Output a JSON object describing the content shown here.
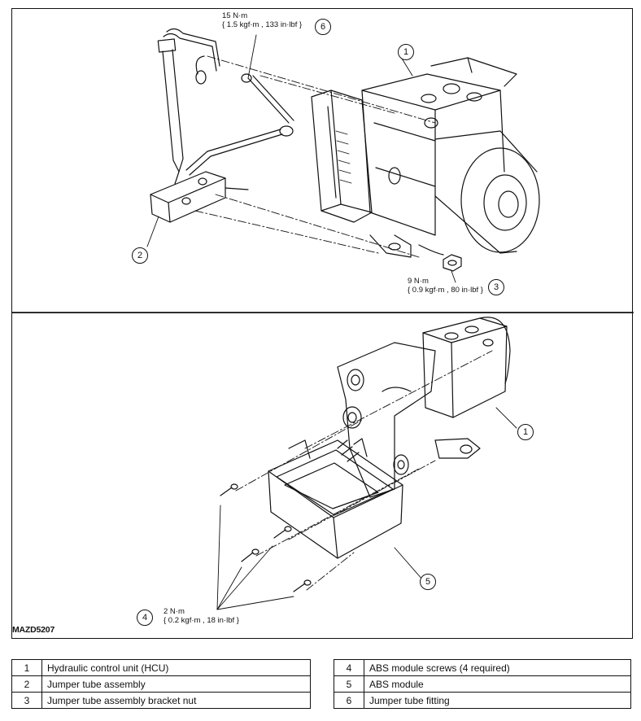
{
  "figure_code": "MAZD5207",
  "torques": {
    "t6": {
      "line1": "15 N·m",
      "line2": "{ 1.5 kgf·m , 133 in·lbf }"
    },
    "t3": {
      "line1": "9 N·m",
      "line2": "{ 0.9 kgf·m , 80 in·lbf }"
    },
    "t4": {
      "line1": "2 N·m",
      "line2": "{ 0.2 kgf·m , 18 in·lbf }"
    }
  },
  "callouts": [
    "1",
    "2",
    "3",
    "4",
    "5",
    "6"
  ],
  "legend": {
    "left": [
      {
        "num": "1",
        "label": "Hydraulic control unit (HCU)"
      },
      {
        "num": "2",
        "label": "Jumper tube assembly"
      },
      {
        "num": "3",
        "label": "Jumper tube assembly bracket nut"
      }
    ],
    "right": [
      {
        "num": "4",
        "label": "ABS module screws (4 required)"
      },
      {
        "num": "5",
        "label": "ABS module"
      },
      {
        "num": "6",
        "label": "Jumper tube fitting"
      }
    ]
  },
  "icons": [
    "hcu-assembly-drawing",
    "jumper-tube-drawing",
    "abs-module-drawing",
    "screw-drawing"
  ]
}
